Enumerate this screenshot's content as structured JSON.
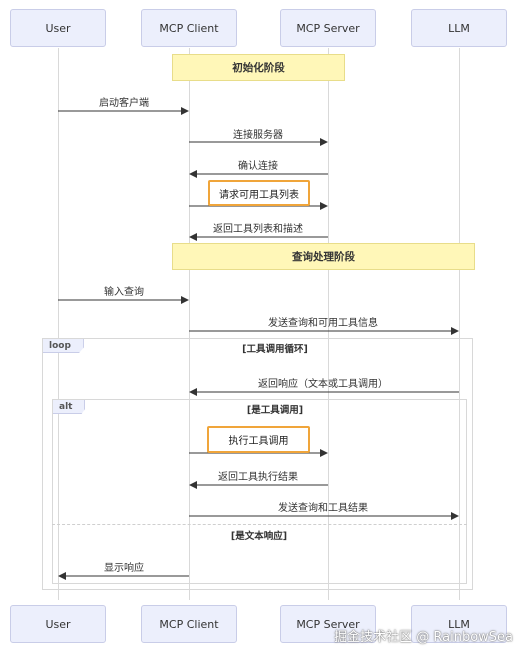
{
  "actors": [
    "User",
    "MCP Client",
    "MCP Server",
    "LLM"
  ],
  "notes": {
    "init_phase": "初始化阶段",
    "query_phase": "查询处理阶段"
  },
  "messages": {
    "m1": "启动客户端",
    "m2": "连接服务器",
    "m3": "确认连接",
    "m4": "请求可用工具列表",
    "m5": "返回工具列表和描述",
    "m6": "输入查询",
    "m7": "发送查询和可用工具信息",
    "m8": "返回响应（文本或工具调用）",
    "m9": "执行工具调用",
    "m10": "返回工具执行结果",
    "m11": "发送查询和工具结果",
    "m12": "显示响应"
  },
  "frames": {
    "loop_tag": "loop",
    "loop_cond": "[工具调用循环]",
    "alt_tag": "alt",
    "alt_cond": "[是工具调用]",
    "else_cond": "[是文本响应]"
  },
  "watermark": "掘金技术社区 @ RainbowSea"
}
